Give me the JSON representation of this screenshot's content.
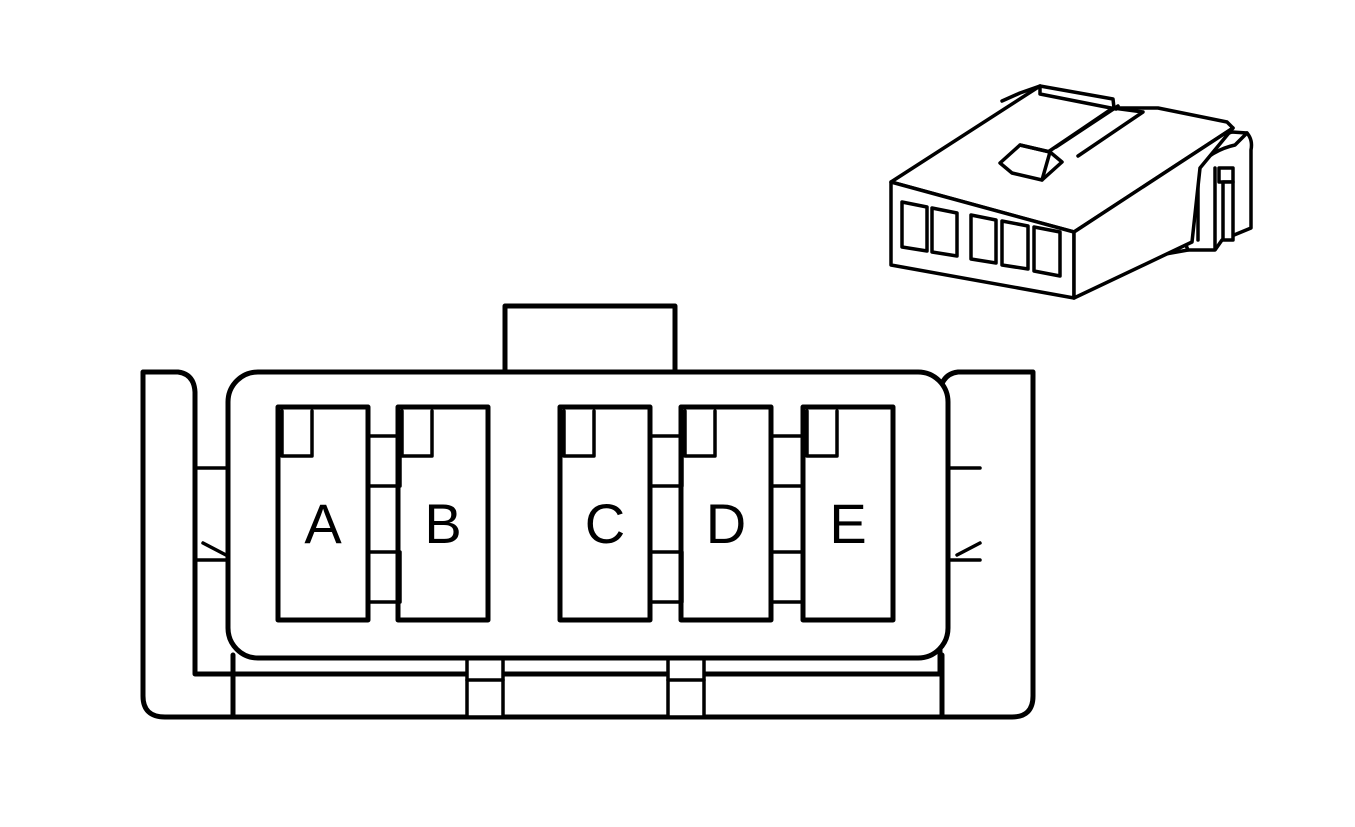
{
  "connector": {
    "pins": [
      {
        "id": "A",
        "label": "A"
      },
      {
        "id": "B",
        "label": "B"
      },
      {
        "id": "C",
        "label": "C"
      },
      {
        "id": "D",
        "label": "D"
      },
      {
        "id": "E",
        "label": "E"
      }
    ]
  },
  "colors": {
    "line": "#000000",
    "background": "#ffffff"
  }
}
